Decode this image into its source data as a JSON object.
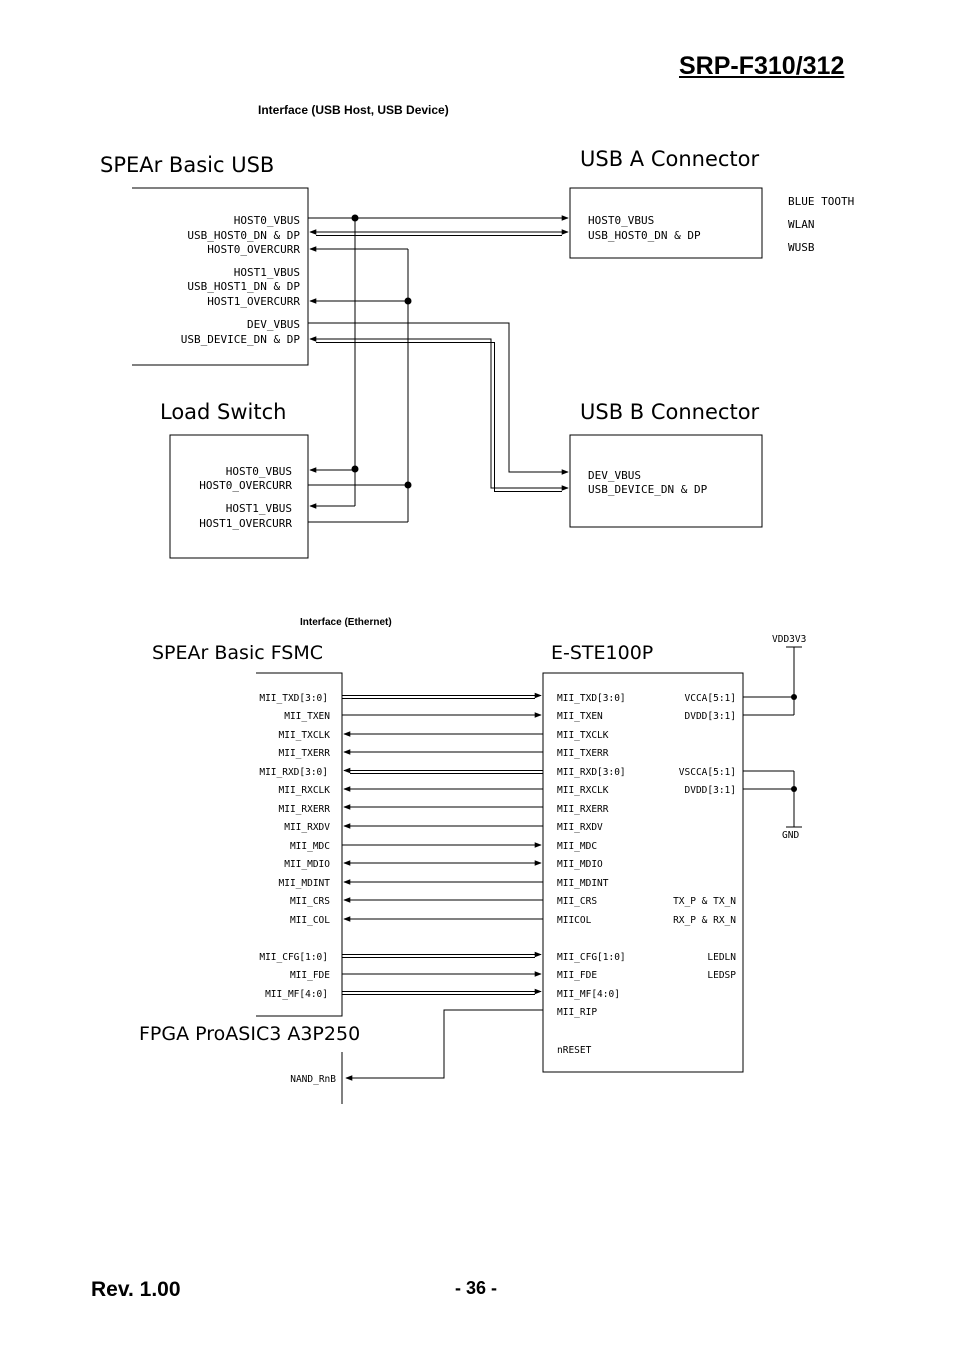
{
  "header": {
    "title": "SRP-F310/312"
  },
  "footer": {
    "revision": "Rev. 1.00",
    "page_number": "- 36 -"
  },
  "usb": {
    "section_title": "Interface (USB Host, USB Device)",
    "spear_title": "SPEAr Basic USB",
    "spear_signals": [
      "HOST0_VBUS",
      "USB_HOST0_DN & DP",
      "HOST0_OVERCURR",
      "HOST1_VBUS",
      "USB_HOST1_DN & DP",
      "HOST1_OVERCURR",
      "DEV_VBUS",
      "USB_DEVICE_DN & DP"
    ],
    "usb_a_title": "USB A Connector",
    "usb_a_signals": [
      "HOST0_VBUS",
      "USB_HOST0_DN & DP"
    ],
    "usb_a_devices": [
      "BLUE TOOTH",
      "WLAN",
      "WUSB"
    ],
    "load_switch_title": "Load Switch",
    "load_switch_signals": [
      "HOST0_VBUS",
      "HOST0_OVERCURR",
      "HOST1_VBUS",
      "HOST1_OVERCURR"
    ],
    "usb_b_title": "USB B Connector",
    "usb_b_signals": [
      "DEV_VBUS",
      "USB_DEVICE_DN & DP"
    ]
  },
  "ethernet": {
    "section_title": "Interface (Ethernet)",
    "fsmc_title": "SPEAr Basic FSMC",
    "fsmc_signals": [
      "MII_TXD[3:0]",
      "MII_TXEN",
      "MII_TXCLK",
      "MII_TXERR",
      "MII_RXD[3:0]",
      "MII_RXCLK",
      "MII_RXERR",
      "MII_RXDV",
      "MII_MDC",
      "MII_MDIO",
      "MII_MDINT",
      "MII_CRS",
      "MII_COL",
      "MII_CFG[1:0]",
      "MII_FDE",
      "MII_MF[4:0]"
    ],
    "phy_title": "E-STE100P",
    "phy_left_pins": [
      "MII_TXD[3:0]",
      "MII_TXEN",
      "MII_TXCLK",
      "MII_TXERR",
      "MII_RXD[3:0]",
      "MII_RXCLK",
      "MII_RXERR",
      "MII_RXDV",
      "MII_MDC",
      "MII_MDIO",
      "MII_MDINT",
      "MII_CRS",
      "MIICOL",
      "MII_CFG[1:0]",
      "MII_FDE",
      "MII_MF[4:0]",
      "MII_RIP",
      "nRESET"
    ],
    "phy_right_pins": [
      "VCCA[5:1]",
      "DVDD[3:1]",
      "VSCCA[5:1]",
      "DVDD[3:1]",
      "TX_P & TX_N",
      "RX_P & RX_N",
      "LEDLN",
      "LEDSP"
    ],
    "power_label": "VDD3V3",
    "ground_label": "GND",
    "fpga_title": "FPGA ProASIC3 A3P250",
    "fpga_signal": "NAND_RnB"
  }
}
